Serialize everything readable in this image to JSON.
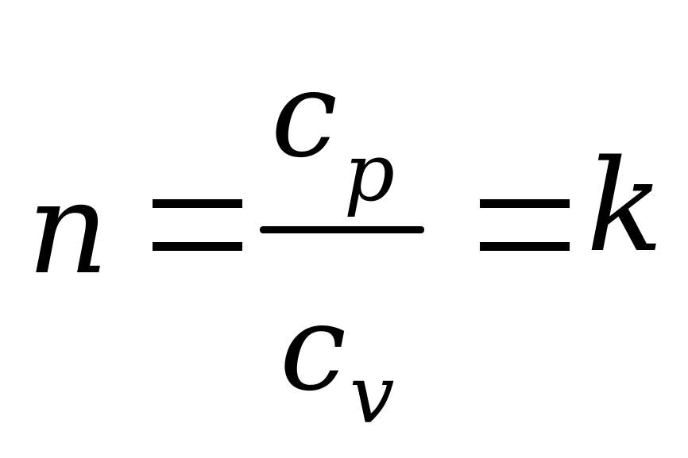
{
  "formula": {
    "lhs": "n",
    "equals_1": "=",
    "numerator": {
      "base": "c",
      "subscript": "p"
    },
    "denominator": {
      "base": "c",
      "subscript": "v"
    },
    "equals_2": "=",
    "rhs": "k"
  }
}
